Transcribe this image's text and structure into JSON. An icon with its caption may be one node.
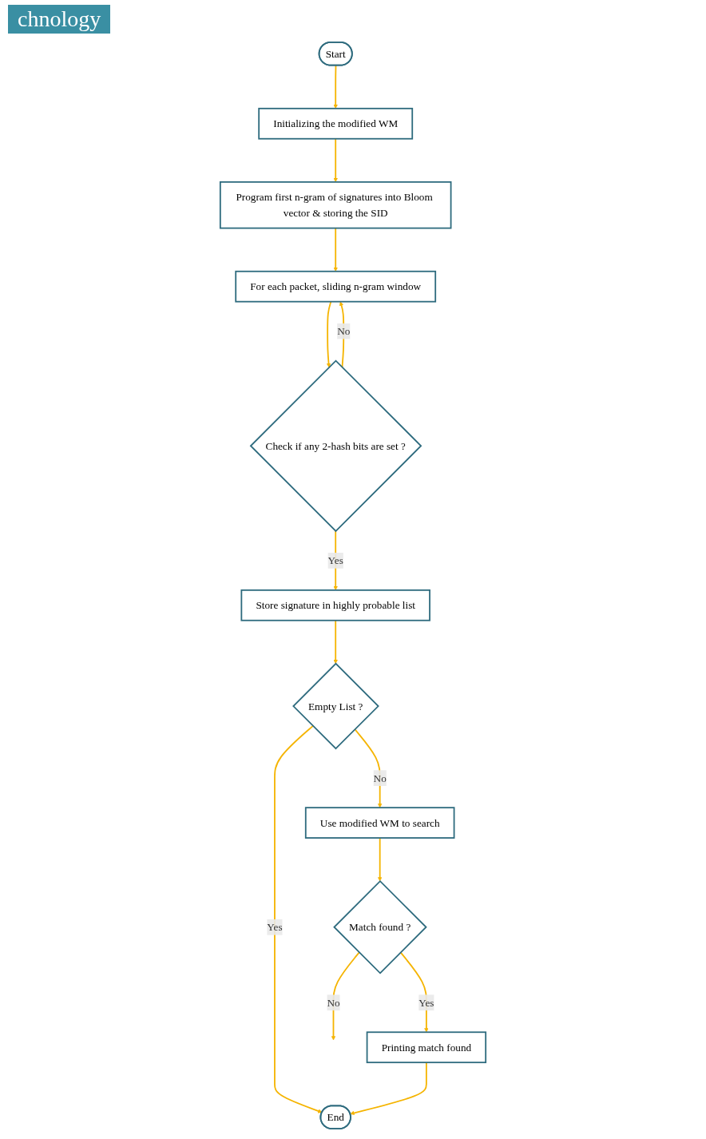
{
  "diagram": {
    "nodes": [
      {
        "text": [
          "Start"
        ]
      },
      {
        "text": [
          "Initializing the modified WM"
        ]
      },
      {
        "text": [
          "Program first n-gram of signatures into Bloom vector & storing the SID"
        ]
      },
      {
        "text": [
          "For each packet, sliding n-gram window"
        ]
      },
      {
        "text": [
          "Check if any 2-hash bits are set ?"
        ]
      },
      {
        "text": [
          "Store signature in highly probable list"
        ]
      },
      {
        "text": [
          "Empty List ?"
        ]
      },
      {
        "text": [
          "Use modified WM to search"
        ]
      },
      {
        "text": [
          "Match found ?"
        ]
      },
      {
        "text": [
          "Printing match found"
        ]
      },
      {
        "text": [
          "End"
        ]
      }
    ],
    "edges": [
      {
        "from": 0,
        "to": 1,
        "arrow": "to"
      },
      {
        "from": 1,
        "to": 2,
        "arrow": "to"
      },
      {
        "from": 2,
        "to": 3,
        "arrow": "to"
      },
      {
        "from": 3,
        "to": 4,
        "arrow": "to"
      },
      {
        "from": 4,
        "to": 3,
        "arrow": "to",
        "label": "No"
      },
      {
        "from": 4,
        "to": 5,
        "arrow": "to",
        "label": "Yes"
      },
      {
        "from": 5,
        "to": 6,
        "arrow": "to"
      },
      {
        "from": 6,
        "to": 10,
        "arrow": "to",
        "label": "Yes"
      },
      {
        "from": 6,
        "to": 7,
        "arrow": "to",
        "label": "No"
      },
      {
        "from": 7,
        "to": 8,
        "arrow": "to"
      },
      {
        "from": 8,
        "to": null,
        "arrow": "to",
        "label": "No"
      },
      {
        "from": 8,
        "to": 9,
        "arrow": "to",
        "label": "Yes"
      },
      {
        "from": 9,
        "to": 10,
        "arrow": "to"
      }
    ],
    "labels": [
      "chnology"
    ]
  }
}
